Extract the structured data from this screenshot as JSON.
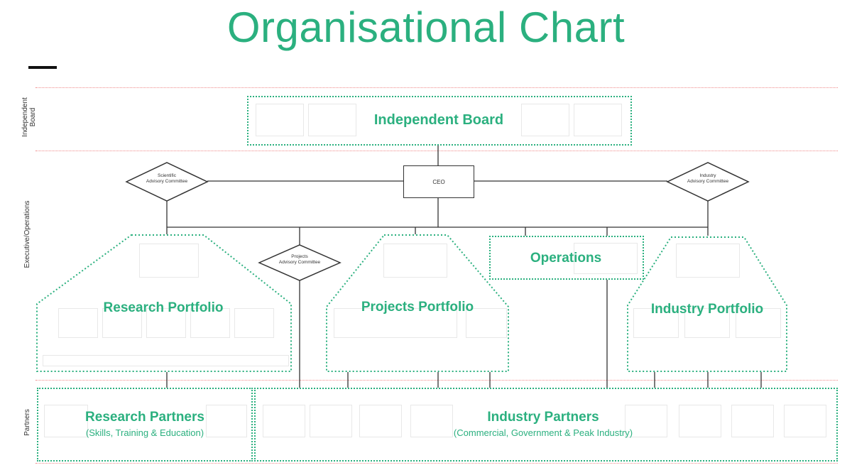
{
  "title": "Organisational Chart",
  "lanes": {
    "board": "Independent\nBoard",
    "executive": "Executive/Operations",
    "partners": "Partners"
  },
  "colors": {
    "accent": "#2bb07f",
    "band": "#f08a8a",
    "line": "#333333"
  },
  "nodes": {
    "independent_board": "Independent Board",
    "ceo": "CEO",
    "scientific_committee": "Scientific\nAdvisory Committee",
    "industry_committee": "Industry\nAdvisory Committee",
    "projects_committee": "Projects\nAdvisory Committee",
    "operations": "Operations",
    "research_portfolio": "Research Portfolio",
    "projects_portfolio": "Projects Portfolio",
    "industry_portfolio": "Industry Portfolio",
    "research_partners": "Research Partners",
    "research_partners_sub": "(Skills, Training & Education)",
    "industry_partners": "Industry Partners",
    "industry_partners_sub": "(Commercial, Government & Peak Industry)"
  }
}
